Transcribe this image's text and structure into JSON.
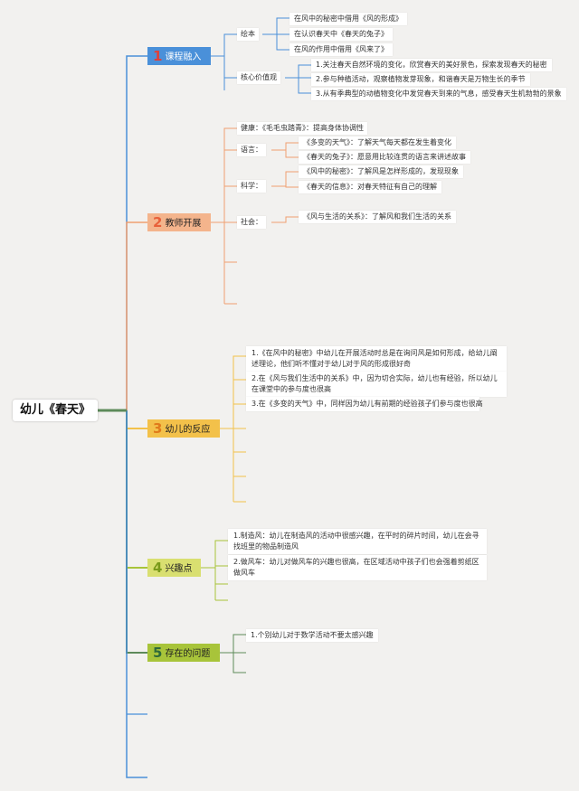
{
  "root": {
    "title": "幼儿《春天》"
  },
  "colors": {
    "blue": "#4a90d9",
    "orange": "#f0a070",
    "yellow": "#f3c14a",
    "green": "#a8c43a",
    "dark_green": "#5d8a5a"
  },
  "branches": [
    {
      "num": "1",
      "label": "课程融入",
      "groups": [
        {
          "label": "绘本",
          "items": [
            "在风中的秘密中借用《风的形成》",
            "在认识春天中《春天的兔子》",
            "在风的作用中借用《风来了》"
          ]
        },
        {
          "label": "核心价值观",
          "items": [
            "1.关注春天自然环境的变化，欣赏春天的美好景色，探索发现春天的秘密",
            "2.参与种植活动，观察植物发芽现象，和谐春天是万物生长的季节",
            "3.从有季典型的动植物变化中发觉春天到来的气息，感受春天生机勃勃的景象"
          ]
        }
      ]
    },
    {
      "num": "2",
      "label": "教师开展",
      "groups": [
        {
          "label": "健康：《毛毛虫踏青》：提高身体协调性",
          "items": []
        },
        {
          "label": "语言：",
          "items": [
            "《多变的天气》：了解天气每天都在发生着变化",
            "《春天的兔子》：愿意用比较连贯的语言来讲述故事"
          ]
        },
        {
          "label": "科学：",
          "items": [
            "《风中的秘密》：了解风是怎样形成的，发现现象",
            "《春天的信息》：对春天特征有自己的理解"
          ]
        },
        {
          "label": "社会：",
          "items": [
            "《风与生活的关系》：了解风和我们生活的关系"
          ]
        }
      ]
    },
    {
      "num": "3",
      "label": "幼儿的反应",
      "items": [
        "1.《在风中的秘密》中幼儿在开展活动时总是在询问风是如何形成，给幼儿阐述理论，他们听不懂对于幼儿对于风的形成很好奇",
        "2.在《风与我们生活中的关系》中，因为切合实际，幼儿也有经验，所以幼儿在课堂中的参与度也很高",
        "3.在《多变的天气》中，同样因为幼儿有前期的经验孩子们参与度也很高"
      ]
    },
    {
      "num": "4",
      "label": "兴趣点",
      "items": [
        "1.制造风：幼儿在制造风的活动中很感兴趣，在平时的碎片时间，幼儿在会寻找班里的物品制造风",
        "2.做风车：幼儿对做风车的兴趣也很高，在区域活动中孩子们也会强着剪纸区做风车"
      ]
    },
    {
      "num": "5",
      "label": "存在的问题",
      "items": [
        "1.个别幼儿对于数学活动不要太感兴趣"
      ]
    }
  ]
}
